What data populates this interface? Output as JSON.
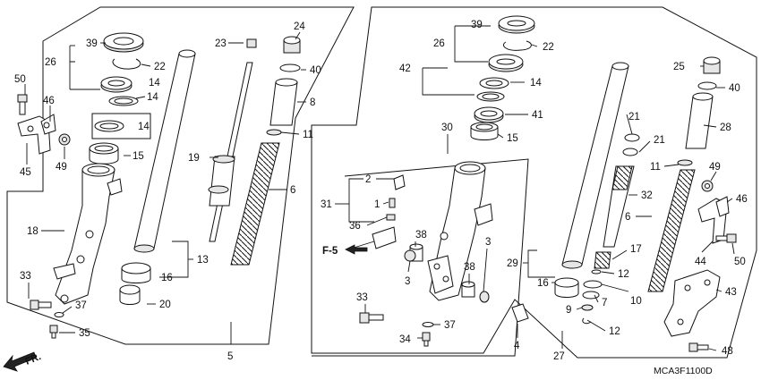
{
  "diagram": {
    "drawing_code": "MCA3F1100D",
    "direction_label": "FR.",
    "reference_label": "F-5",
    "callouts": {
      "c1": "1",
      "c2": "2",
      "c3a": "3",
      "c3b": "3",
      "c4": "4",
      "c5": "5",
      "c6a": "6",
      "c6b": "6",
      "c7": "7",
      "c8": "8",
      "c9": "9",
      "c10": "10",
      "c11a": "11",
      "c11b": "11",
      "c12a": "12",
      "c12b": "12",
      "c13": "13",
      "c14a": "14",
      "c14b": "14",
      "c14c": "14",
      "c15a": "15",
      "c15b": "15",
      "c16a": "16",
      "c16b": "16",
      "c17": "17",
      "c18": "18",
      "c19": "19",
      "c20": "20",
      "c21a": "21",
      "c21b": "21",
      "c22a": "22",
      "c22b": "22",
      "c23": "23",
      "c24": "24",
      "c25": "25",
      "c26a": "26",
      "c26b": "26",
      "c27": "27",
      "c28": "28",
      "c29": "29",
      "c30": "30",
      "c31": "31",
      "c32": "32",
      "c33a": "33",
      "c33b": "33",
      "c34": "34",
      "c35": "35",
      "c36": "36",
      "c37a": "37",
      "c37b": "37",
      "c38a": "38",
      "c38b": "38",
      "c39a": "39",
      "c39b": "39",
      "c40a": "40",
      "c40b": "40",
      "c41": "41",
      "c42": "42",
      "c43": "43",
      "c44": "44",
      "c45": "45",
      "c46a": "46",
      "c46b": "46",
      "c48": "48",
      "c49a": "49",
      "c49b": "49",
      "c50a": "50",
      "c50b": "50"
    }
  }
}
